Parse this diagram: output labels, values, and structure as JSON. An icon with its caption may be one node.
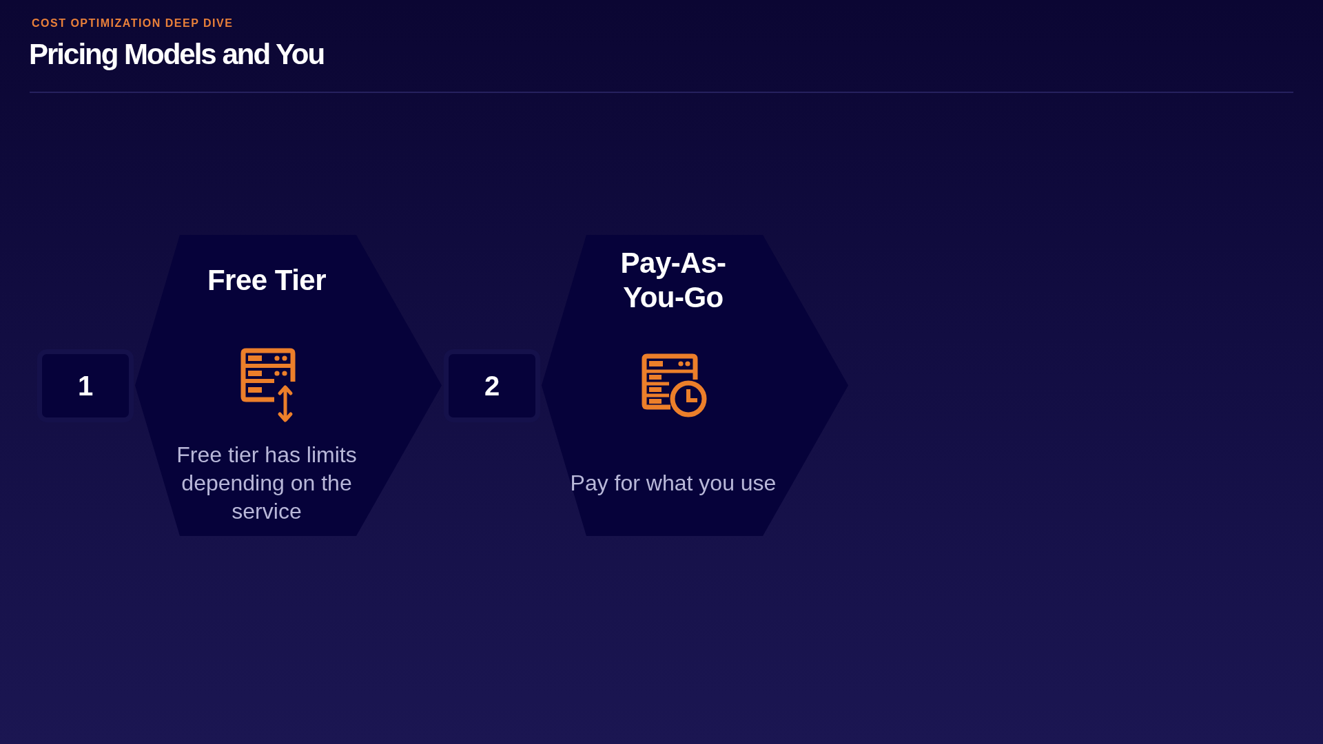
{
  "diagram": {
    "title": "Pricing Models and You",
    "nodes": [
      {
        "text": [
          "Free Tier",
          "Free tier has limits depending on the service"
        ]
      },
      {
        "text": [
          "1"
        ]
      },
      {
        "text": [
          "Pay-As-You-Go",
          "Pay for what you use"
        ]
      },
      {
        "text": [
          "2"
        ]
      }
    ],
    "labels": [
      "COST OPTIMIZATION DEEP DIVE"
    ]
  }
}
